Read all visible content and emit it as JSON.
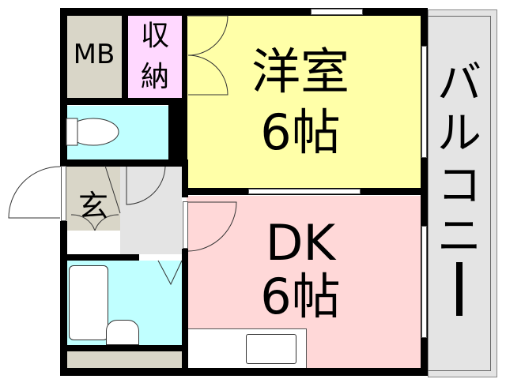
{
  "floorplan": {
    "rooms": {
      "western_room": {
        "name": "洋室",
        "size": "6帖",
        "color": "#ffffa8"
      },
      "dining_kitchen": {
        "name": "DK",
        "size": "6帖",
        "color": "#ffd8d8"
      },
      "balcony": {
        "name": "バルコニー",
        "chars": [
          "バ",
          "ル",
          "コ",
          "ニ",
          "ー"
        ],
        "color": "#e4e4e4"
      },
      "meter_box": {
        "name": "MB",
        "color": "#d9d6c8"
      },
      "storage": {
        "name": "収納",
        "line1": "収",
        "line2": "納",
        "color": "#ffd8ff"
      },
      "entrance": {
        "name": "玄",
        "color": "#d9d6c8"
      },
      "toilet": {
        "color": "#c0ffff"
      },
      "bathroom": {
        "color": "#c0ffff"
      },
      "hallway": {
        "color": "#e4e4e4"
      },
      "shelf_bottom": {
        "color": "#d9d6c8"
      }
    },
    "colors": {
      "wall": "#000000",
      "background": "#ffffff"
    }
  }
}
